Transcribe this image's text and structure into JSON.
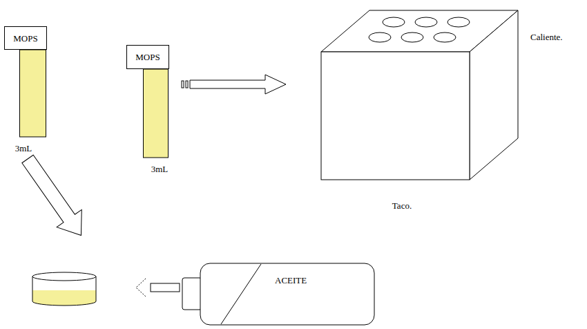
{
  "diagram": {
    "nodes": [
      {
        "text": [
          "MOPS",
          "3mL"
        ]
      },
      {
        "text": [
          "MOPS",
          "3mL"
        ]
      },
      {
        "text": [
          "Taco."
        ]
      },
      {
        "text": [
          "ACEITE"
        ]
      }
    ],
    "edges": [
      {
        "from": 1,
        "to": 2,
        "arrow": "to"
      }
    ],
    "labels": [
      "Caliente."
    ]
  }
}
